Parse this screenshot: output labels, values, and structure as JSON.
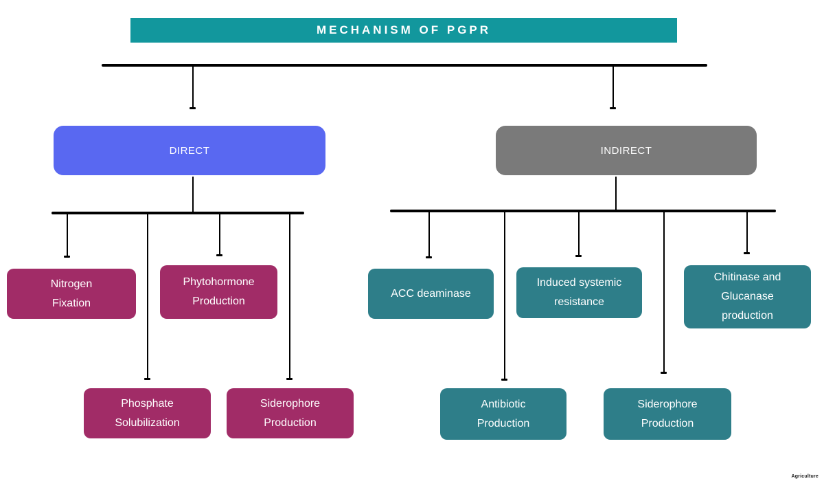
{
  "title": "MECHANISM OF PGPR",
  "direct": {
    "label": "DIRECT",
    "children": {
      "nitrogen": "Nitrogen\nFixation",
      "phytohormone": "Phytohormone\nProduction",
      "phosphate": "Phosphate\nSolubilization",
      "siderophore": "Siderophore\nProduction"
    }
  },
  "indirect": {
    "label": "INDIRECT",
    "children": {
      "acc": "ACC deaminase",
      "isr": "Induced systemic\nresistance",
      "chitinase": "Chitinase and\nGlucanase\nproduction",
      "antibiotic": "Antibiotic\nProduction",
      "siderophore": "Siderophore\nProduction"
    }
  },
  "watermark": "Agriculture",
  "colors": {
    "header_teal": "#12979d",
    "direct_blue": "#5968f1",
    "indirect_gray": "#7a7a7a",
    "direct_child_magenta": "#a12c67",
    "indirect_child_teal": "#2e7e89",
    "connector": "#000000"
  }
}
